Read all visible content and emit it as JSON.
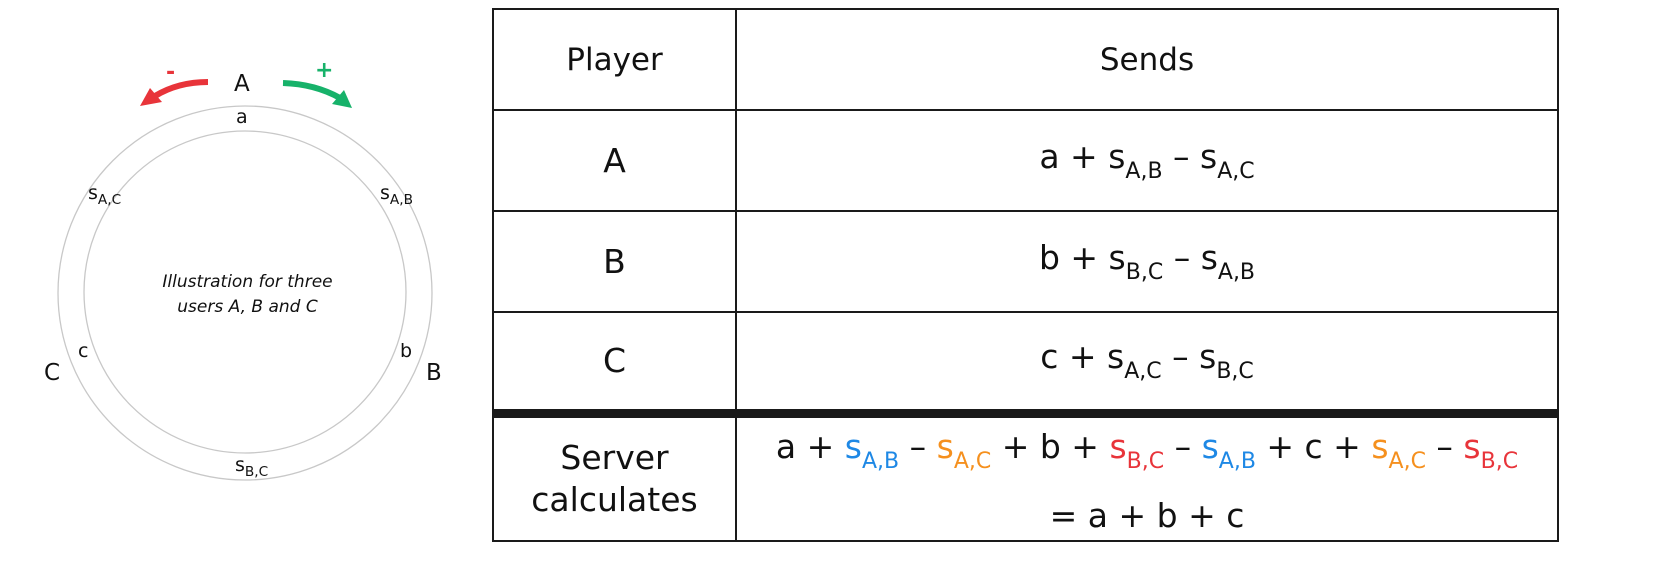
{
  "diagram": {
    "caption_line1": "Illustration for three",
    "caption_line2": "users A, B and C",
    "nodes": {
      "A": "A",
      "B": "B",
      "C": "C"
    },
    "values": {
      "a": "a",
      "b": "b",
      "c": "c"
    },
    "secrets": {
      "s_ab": {
        "base": "s",
        "sub": "A,B"
      },
      "s_ac": {
        "base": "s",
        "sub": "A,C"
      },
      "s_bc": {
        "base": "s",
        "sub": "B,C"
      }
    },
    "arrows": {
      "minus": {
        "sign": "-",
        "color": "#e8343a"
      },
      "plus": {
        "sign": "+",
        "color": "#17b26a"
      }
    },
    "ring_color": "#c8c8c8"
  },
  "table": {
    "headers": {
      "player": "Player",
      "sends": "Sends"
    },
    "rows": [
      {
        "player": "A",
        "formula": [
          {
            "t": "a + "
          },
          {
            "t": "s",
            "sub": "A,B"
          },
          {
            "t": " – "
          },
          {
            "t": "s",
            "sub": "A,C"
          }
        ]
      },
      {
        "player": "B",
        "formula": [
          {
            "t": "b + "
          },
          {
            "t": "s",
            "sub": "B,C"
          },
          {
            "t": " – "
          },
          {
            "t": "s",
            "sub": "A,B"
          }
        ]
      },
      {
        "player": "C",
        "formula": [
          {
            "t": "c + "
          },
          {
            "t": "s",
            "sub": "A,C"
          },
          {
            "t": " – "
          },
          {
            "t": "s",
            "sub": "B,C"
          }
        ]
      }
    ],
    "server": {
      "label_line1": "Server",
      "label_line2": "calculates",
      "sum_terms": [
        {
          "t": "a + "
        },
        {
          "t": "s",
          "sub": "A,B",
          "color": "#1e88e5"
        },
        {
          "t": " – "
        },
        {
          "t": "s",
          "sub": "A,C",
          "color": "#f5901e"
        },
        {
          "t": " + b + "
        },
        {
          "t": "s",
          "sub": "B,C",
          "color": "#e8343a"
        },
        {
          "t": " – "
        },
        {
          "t": "s",
          "sub": "A,B",
          "color": "#1e88e5"
        },
        {
          "t": " + c + "
        },
        {
          "t": "s",
          "sub": "A,C",
          "color": "#f5901e"
        },
        {
          "t": " – "
        },
        {
          "t": "s",
          "sub": "B,C",
          "color": "#e8343a"
        }
      ],
      "result": "= a + b + c"
    },
    "colors": {
      "s_ab": "#1e88e5",
      "s_ac": "#f5901e",
      "s_bc": "#e8343a",
      "border": "#1a1a1a"
    }
  }
}
